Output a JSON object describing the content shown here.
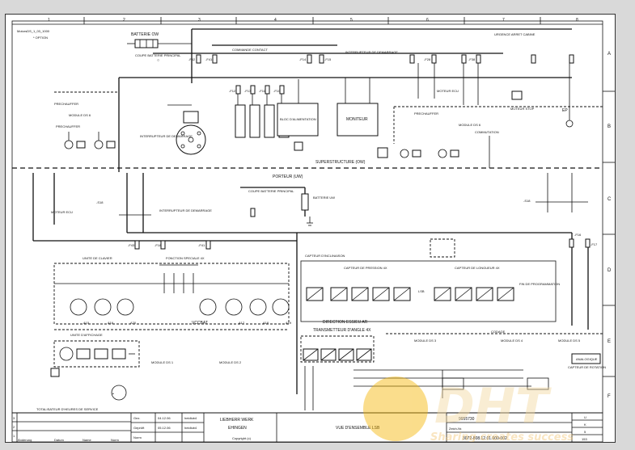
{
  "sheet": {
    "doc_ref": "MotorsDS_1_03_1000",
    "option_note": "* OPTION",
    "column_numbers": [
      "1",
      "2",
      "3",
      "4",
      "5",
      "6",
      "7",
      "8"
    ],
    "row_letters": [
      "A",
      "B",
      "C",
      "D",
      "E",
      "F"
    ]
  },
  "labels": {
    "batterie_ow": "BATTERIE OW",
    "coupe_batterie_top": "COUPE BATTERIE PRINCIPAL",
    "commande_contact": "COMMANDE CONTACT",
    "interrupteur_ow": "INTERRUPTEUR DE DEMARRAGE",
    "urgence_arret": "URGENCE ARRET CABINE",
    "prechauffer": "PRECHAUFFER",
    "prechauffer_on": "PRECHAUFFER (ON)",
    "module_ds6_left": "MODULE DS 6",
    "module_ds6_right": "MODULE DS 6",
    "interrupteur_demarrage": "INTERRUPTEUR DE DEMARRAGE",
    "bloc_alimentation": "BLOC D'ALIMENTATION",
    "moniteur": "MONITEUR",
    "moteur_ecu_top": "MOTEUR ECU",
    "moteur_stop": "MOTEUR STOP",
    "commutation": "COMMUTATION",
    "superstructure": "SUPERSTRUCTURE (OW)",
    "porteur": "PORTEUR (UW)",
    "coupe_batterie_uw": "COUPE BATTERIE PRINCIPAL",
    "batterie_uw": "BATTERIE UW",
    "moteur_ecu_left": "MOTEUR ECU",
    "interrupteur_uw": "INTERRUPTEUR DE DEMARRAGE",
    "unite_de_clavier": "UNITE DE CLAVIER",
    "fonction_speciale": "FONCTION SPECIALE 4X",
    "capteur_inclinaison": "CAPTEUR D'INCLINAISON",
    "capteur_pression": "CAPTEUR DE PRESSION 4X",
    "capteur_longueur": "CAPTEUR DE LONGUEUR 4X",
    "lsb": "LSB",
    "direction_essieu": "DIRECTION ESSIEU AR",
    "transmetteur_angle": "TRANSMETTEUR D'ANGLE 4X",
    "unite_affichage": "UNITE D'AFFICHAGE",
    "module_ds1": "MODULE DS 1",
    "module_ds2": "MODULE DS 2",
    "module_ds3": "MODULE DS 3",
    "module_ds4": "MODULE DS 4",
    "module_ds5": "MODULE DS 5",
    "codage": "CODAGE",
    "analogique": "ANALOGIQUE",
    "capteur_rotation": "CAPTEUR DE ROTATION",
    "totalisateur": "TOTALISATEUR D'HEURES DE SERVICE",
    "vccbat": "VCCBAT",
    "fin_programmation": "FIN DE PROGRAMMATION",
    "a15": "A15",
    "a16": "A16",
    "a20": "A20",
    "a17": "A17",
    "a18": "A18",
    "a19": "A19",
    "f42": "-F42",
    "f41": "-F41",
    "f15": "-F15",
    "f14": "-F14",
    "f12": "-F12",
    "f13": "-F13",
    "f11": "-F11",
    "f10": "-F10",
    "f28": "-F28",
    "f38": "-F38",
    "f41r": "-F41",
    "f43": "-F43",
    "f18": "-F18",
    "f16": "-F16",
    "f17": "-F17",
    "s18": "-S18",
    "s1": "-S1",
    "s2": "-S2",
    "s3": "-S3",
    "ep": "EP"
  },
  "title_block": {
    "rows": [
      "3",
      "2",
      "1"
    ],
    "footer_labels": [
      "Änderung",
      "Datum",
      "Name",
      "Norm"
    ],
    "col_labels": [
      "Gez.",
      "Geprüft",
      "Norm"
    ],
    "dates": [
      "04.12.06",
      "05.12.06"
    ],
    "names": [
      "heidlub4",
      "heidlub4"
    ],
    "company": "LIEBHERR WERK",
    "city": "EHINGEN",
    "copyright": "Copyright (c)",
    "title": "VUE D'ENSEMBLE LSB",
    "drawing_number": "9955730",
    "zeich_label": "Zeich-Nr.",
    "part_number": "3072-808.12.01.000-002",
    "right_cells": [
      "U",
      "K",
      "5",
      "153"
    ]
  },
  "watermark": {
    "brand": "DHT",
    "tagline": "Sharing creates success"
  }
}
